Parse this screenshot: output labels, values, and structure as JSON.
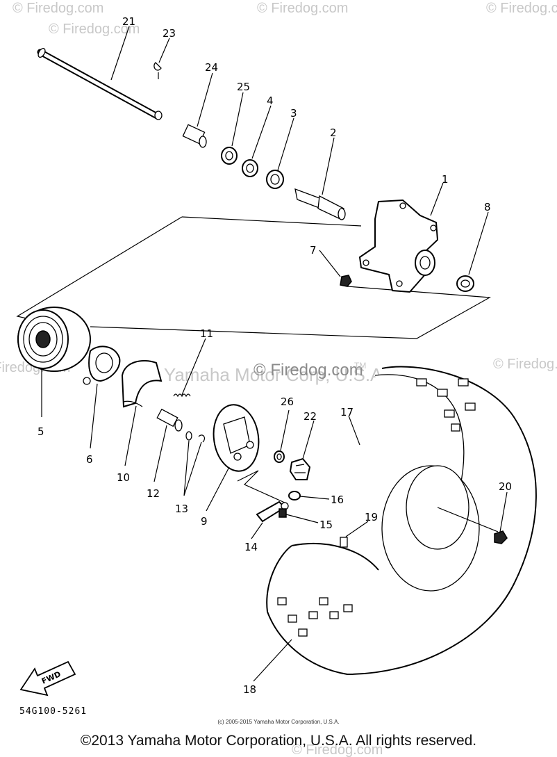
{
  "watermarks": {
    "corner": "© Firedog.com",
    "center_1": "© Yamaha Motor Corp, U.S.A.",
    "center_2": "© Firedog.com",
    "tm": "TM"
  },
  "drawing_code": "54G100-5261",
  "fwd_label": "FWD",
  "small_copyright": "(c) 2005-2015 Yamaha Motor Corporation, U.S.A.",
  "copyright": "©2013 Yamaha Motor Corporation, U.S.A. All rights reserved.",
  "callouts": [
    "1",
    "2",
    "3",
    "4",
    "5",
    "6",
    "7",
    "8",
    "9",
    "10",
    "11",
    "12",
    "13",
    "14",
    "15",
    "16",
    "17",
    "18",
    "19",
    "20",
    "21",
    "22",
    "23",
    "24",
    "25",
    "26"
  ]
}
